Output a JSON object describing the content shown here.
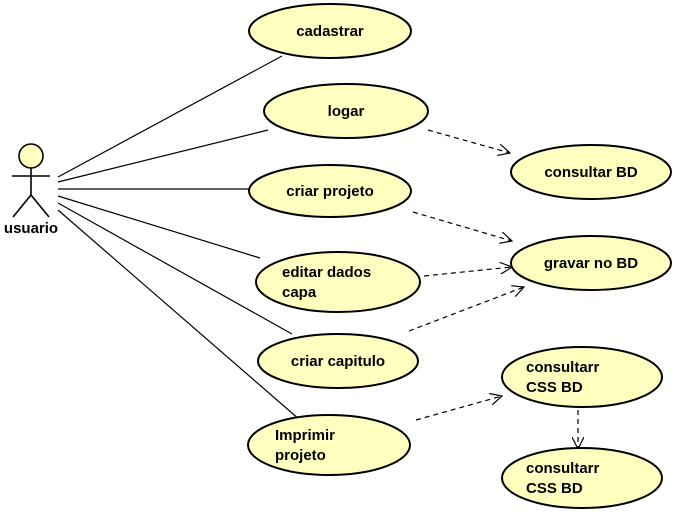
{
  "diagram": {
    "type": "uml-use-case",
    "actor": {
      "id": "usuario",
      "label": "usuario"
    },
    "use_cases": [
      {
        "id": "cadastrar",
        "lines": [
          "cadastrar"
        ],
        "align": "center"
      },
      {
        "id": "logar",
        "lines": [
          "logar"
        ],
        "align": "center"
      },
      {
        "id": "criar-projeto",
        "lines": [
          "criar projeto"
        ],
        "align": "center"
      },
      {
        "id": "editar-dados-capa",
        "lines": [
          "editar dados",
          "capa"
        ],
        "align": "left"
      },
      {
        "id": "criar-capitulo",
        "lines": [
          "criar capitulo"
        ],
        "align": "center"
      },
      {
        "id": "imprimir-projeto",
        "lines": [
          "Imprimir",
          "projeto"
        ],
        "align": "left"
      },
      {
        "id": "consultar-bd",
        "lines": [
          "consultar BD"
        ],
        "align": "center"
      },
      {
        "id": "gravar-no-bd",
        "lines": [
          "gravar no BD"
        ],
        "align": "center"
      },
      {
        "id": "consultarr-css-bd-1",
        "lines": [
          "consultarr",
          "CSS BD"
        ],
        "align": "left"
      },
      {
        "id": "consultarr-css-bd-2",
        "lines": [
          "consultarr",
          "CSS BD"
        ],
        "align": "left"
      }
    ],
    "associations": [
      {
        "from": "usuario",
        "to": "cadastrar"
      },
      {
        "from": "usuario",
        "to": "logar"
      },
      {
        "from": "usuario",
        "to": "criar-projeto"
      },
      {
        "from": "usuario",
        "to": "editar-dados-capa"
      },
      {
        "from": "usuario",
        "to": "criar-capitulo"
      },
      {
        "from": "usuario",
        "to": "imprimir-projeto"
      }
    ],
    "dependencies": [
      {
        "from": "logar",
        "to": "consultar-bd"
      },
      {
        "from": "criar-projeto",
        "to": "gravar-no-bd"
      },
      {
        "from": "editar-dados-capa",
        "to": "gravar-no-bd"
      },
      {
        "from": "criar-capitulo",
        "to": "gravar-no-bd"
      },
      {
        "from": "imprimir-projeto",
        "to": "consultarr-css-bd-1"
      },
      {
        "from": "consultarr-css-bd-1",
        "to": "consultarr-css-bd-2"
      }
    ],
    "colors": {
      "use_case_fill": "#ffffc0",
      "actor_fill": "#ffffc0",
      "stroke": "#000000",
      "line": "#000000"
    }
  }
}
